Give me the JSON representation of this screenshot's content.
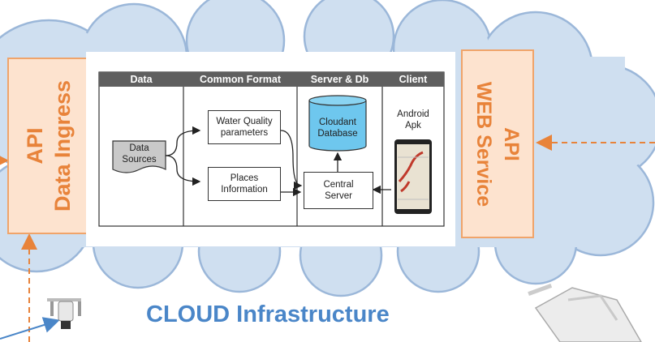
{
  "colors": {
    "cloud_fill": "#cfdff0",
    "cloud_stroke": "#9bb7d9",
    "api_fill": "#fde3cf",
    "api_border": "#f0a46a",
    "api_text": "#e8833a",
    "header_fill": "#5f5f5f",
    "database_fill": "#6ec7ee",
    "title_color": "#4a86c8",
    "arrow_orange": "#e8833a",
    "arrow_blue": "#4a86c8"
  },
  "left_api": {
    "line1": "API",
    "line2": "Data Ingress"
  },
  "right_api": {
    "line1": "API",
    "line2": "WEB Service"
  },
  "columns": [
    "Data",
    "Common Format",
    "Server & Db",
    "Client"
  ],
  "nodes": {
    "data_sources": {
      "line1": "Data",
      "line2": "Sources"
    },
    "water_quality": {
      "line1": "Water Quality",
      "line2": "parameters"
    },
    "places": {
      "line1": "Places",
      "line2": "Information"
    },
    "database": {
      "line1": "Cloudant",
      "line2": "Database"
    },
    "central_server": {
      "line1": "Central",
      "line2": "Server"
    },
    "android": {
      "line1": "Android",
      "line2": "Apk"
    }
  },
  "cloud_title": "CLOUD Infrastructure",
  "icons": [
    "drone-icon",
    "phone-map-icon"
  ]
}
